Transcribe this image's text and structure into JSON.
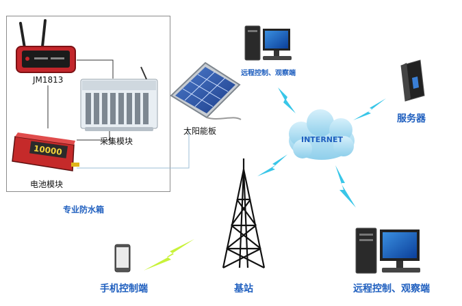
{
  "labels": {
    "router": "JM1813",
    "acquisition": "采集模块",
    "battery": "电池模块",
    "box": "专业防水箱",
    "solar": "太阳能板",
    "internet": "INTERNET",
    "server": "服务器",
    "remote_top": "远程控制、观察端",
    "remote_bottom": "远程控制、观察端",
    "base_station": "基站",
    "phone": "手机控制端"
  },
  "device_text": {
    "battery_brand": "10000"
  },
  "colors": {
    "label_blue": "#1f5fbf",
    "lightning_blue": "#39c6e8",
    "lightning_green": "#c8f23a",
    "cloud": "#a9dcf2",
    "router_red": "#c3262b"
  }
}
